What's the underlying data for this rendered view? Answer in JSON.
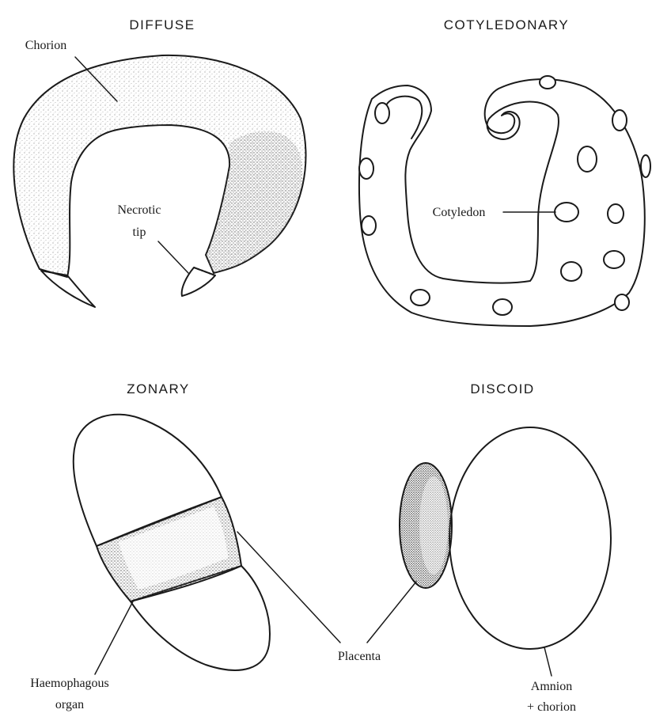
{
  "panels": {
    "diffuse": {
      "title": "DIFFUSE",
      "labels": {
        "chorion": "Chorion",
        "necrotic_line1": "Necrotic",
        "necrotic_line2": "tip"
      }
    },
    "cotyledonary": {
      "title": "COTYLEDONARY",
      "labels": {
        "cotyledon": "Cotyledon"
      }
    },
    "zonary": {
      "title": "ZONARY",
      "labels": {
        "haemo_line1": "Haemophagous",
        "haemo_line2": "organ"
      }
    },
    "discoid": {
      "title": "DISCOID",
      "labels": {
        "amnion_line1": "Amnion",
        "amnion_line2": "+ chorion"
      }
    },
    "shared": {
      "labels": {
        "placenta": "Placenta"
      }
    }
  },
  "colors": {
    "ink": "#1a1a1a",
    "stipple_light": "#9a9a9a",
    "stipple_dark": "#333333",
    "background": "#ffffff"
  }
}
